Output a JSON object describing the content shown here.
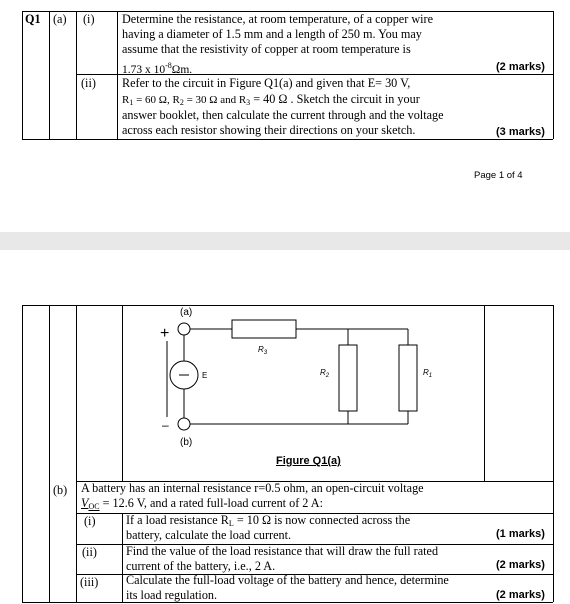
{
  "page1": {
    "q_label": "Q1",
    "part_a": "(a)",
    "sub_i": "(i)",
    "sub_ii": "(ii)",
    "q_a_i_lines": [
      "Determine the resistance, at room temperature, of a copper wire",
      "having a diameter of 1.5 mm and a length of 250 m. You may",
      "assume that the resistivity of copper at room temperature is",
      "1.73 x 10",
      "-8",
      "Ωm."
    ],
    "q_a_i_marks": "(2 marks)",
    "q_a_ii_lines": [
      "Refer to the circuit in Figure Q1(a) and given that E= 30 V,",
      "R",
      "1",
      " = 60 Ω,  R",
      "2",
      " = 30 Ω and  R",
      "3",
      " = 40 Ω . Sketch the circuit in your",
      "answer booklet, then calculate the current through and the voltage",
      "across each resistor showing their directions on your sketch."
    ],
    "q_a_ii_marks": "(3 marks)",
    "page_number": "Page 1 of 4"
  },
  "page2": {
    "figure": {
      "label_a": "(a)",
      "label_b": "(b)",
      "plus": "+",
      "minus": "–",
      "source": "E",
      "r3": "R",
      "r3_sub": "3",
      "r2": "R",
      "r2_sub": "2",
      "r1": "R",
      "r1_sub": "1",
      "caption": "Figure Q1(a)"
    },
    "part_b": "(b)",
    "q_b_lines": [
      "A battery has an internal resistance r=0.5 ohm, an open-circuit voltage",
      "V",
      "OC",
      " =  12.6 V, and a rated full-load current of 2 A:"
    ],
    "sub_i": "(i)",
    "q_b_i_lines": [
      "If a load resistance  R",
      "L",
      "  =  10 Ω is now connected across the",
      "battery, calculate the load current."
    ],
    "q_b_i_marks": "(1 marks)",
    "sub_ii": "(ii)",
    "q_b_ii_lines": [
      "Find the value of the load resistance that will draw the full rated",
      "current of the battery, i.e., 2 A."
    ],
    "q_b_ii_marks": "(2 marks)",
    "sub_iii": "(iii)",
    "q_b_iii_lines": [
      "Calculate the full-load voltage of the battery and hence, determine",
      "its load regulation."
    ],
    "q_b_iii_marks": "(2 marks)"
  }
}
